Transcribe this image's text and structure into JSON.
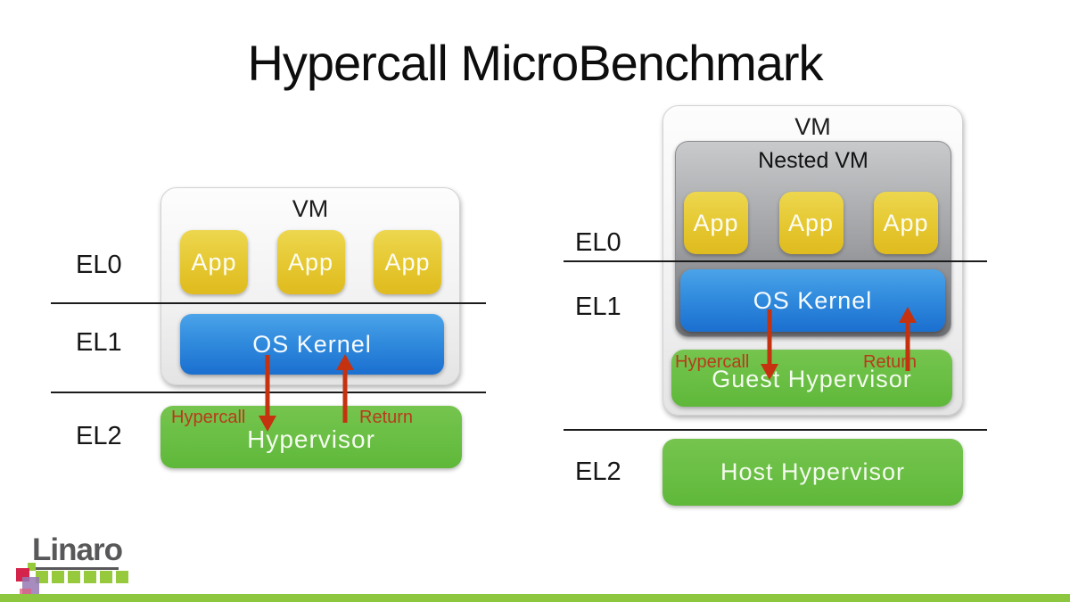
{
  "title": "Hypercall MicroBenchmark",
  "left_diagram": {
    "vm_label": "VM",
    "el_labels": [
      "EL0",
      "EL1",
      "EL2"
    ],
    "apps": [
      "App",
      "App",
      "App"
    ],
    "os_kernel": "OS Kernel",
    "hypervisor": "Hypervisor",
    "hypercall": "Hypercall",
    "return": "Return"
  },
  "right_diagram": {
    "vm_label": "VM",
    "nested_vm_label": "Nested VM",
    "el_labels": [
      "EL0",
      "EL1",
      "EL2"
    ],
    "apps": [
      "App",
      "App",
      "App"
    ],
    "os_kernel": "OS Kernel",
    "guest_hypervisor": "Guest Hypervisor",
    "host_hypervisor": "Host Hypervisor",
    "hypercall": "Hypercall",
    "return": "Return"
  },
  "footer": {
    "logo_text": "Linaro"
  },
  "colors": {
    "app_yellow": "#e5c730",
    "kernel_blue": "#2f89dc",
    "hypervisor_green": "#6abf44",
    "arrow_red": "#c5320f",
    "red_label": "#b93a1b",
    "nested_gray": "#9c9da0",
    "footer_green": "#8dc63f",
    "logo_gray": "#58585a",
    "logo_green": "#97c93d"
  }
}
